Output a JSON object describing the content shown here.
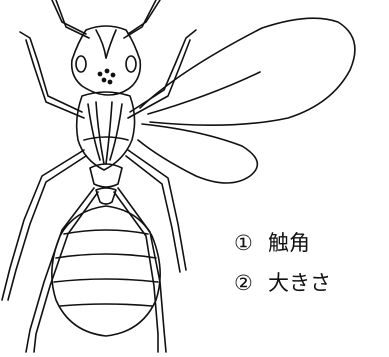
{
  "figure": {
    "legend": [
      {
        "number": "①",
        "text": "触角"
      },
      {
        "number": "②",
        "text": "大きさ"
      }
    ]
  }
}
